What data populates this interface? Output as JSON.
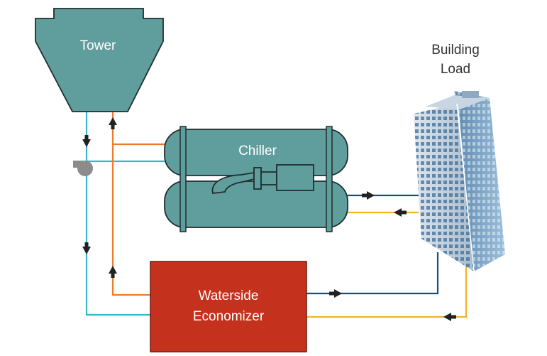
{
  "labels": {
    "tower": "Tower",
    "chiller": "Chiller",
    "building_line1": "Building",
    "building_line2": "Load",
    "economizer_line1": "Waterside",
    "economizer_line2": "Economizer"
  },
  "icons": {
    "pump": "pump-icon",
    "arrow": "arrow-icon",
    "building": "building-icon"
  },
  "colors": {
    "equipment_teal": "#5f9e9c",
    "equipment_outline": "#1f2f2f",
    "economizer_red": "#c4321d",
    "condenser_supply": "#35b6cc",
    "condenser_return": "#ef7a2a",
    "chilled_supply": "#1f4e7a",
    "chilled_return": "#f2b526",
    "pump_gray": "#8c8c8c",
    "arrow_dark": "#222222"
  }
}
